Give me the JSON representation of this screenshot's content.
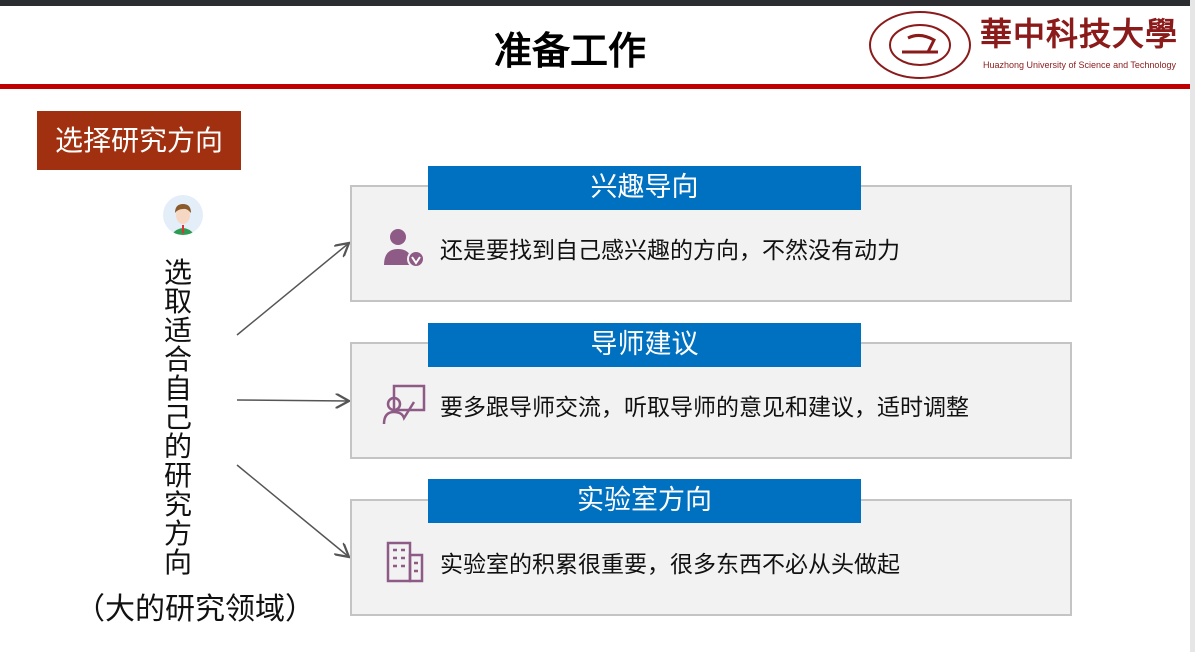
{
  "header": {
    "title": "准备工作",
    "logo_cn": "華中科技大學",
    "logo_en": "Huazhong University of Science  and Technology"
  },
  "label": "选择研究方向",
  "vertical_text": "选取适合自己的研究方向",
  "subtitle": "（大的研究领域）",
  "cards": [
    {
      "heading": "兴趣导向",
      "text": "还是要找到自己感兴趣的方向，不然没有动力",
      "icon": "user-check-icon"
    },
    {
      "heading": "导师建议",
      "text": "要多跟导师交流，听取导师的意见和建议，适时调整",
      "icon": "teacher-board-icon"
    },
    {
      "heading": "实验室方向",
      "text": "实验室的积累很重要，很多东西不必从头做起",
      "icon": "building-icon"
    }
  ],
  "colors": {
    "accent_red": "#c00000",
    "label_bg": "#a0300f",
    "header_blue": "#0070c0",
    "icon_purple": "#8e5a86"
  }
}
